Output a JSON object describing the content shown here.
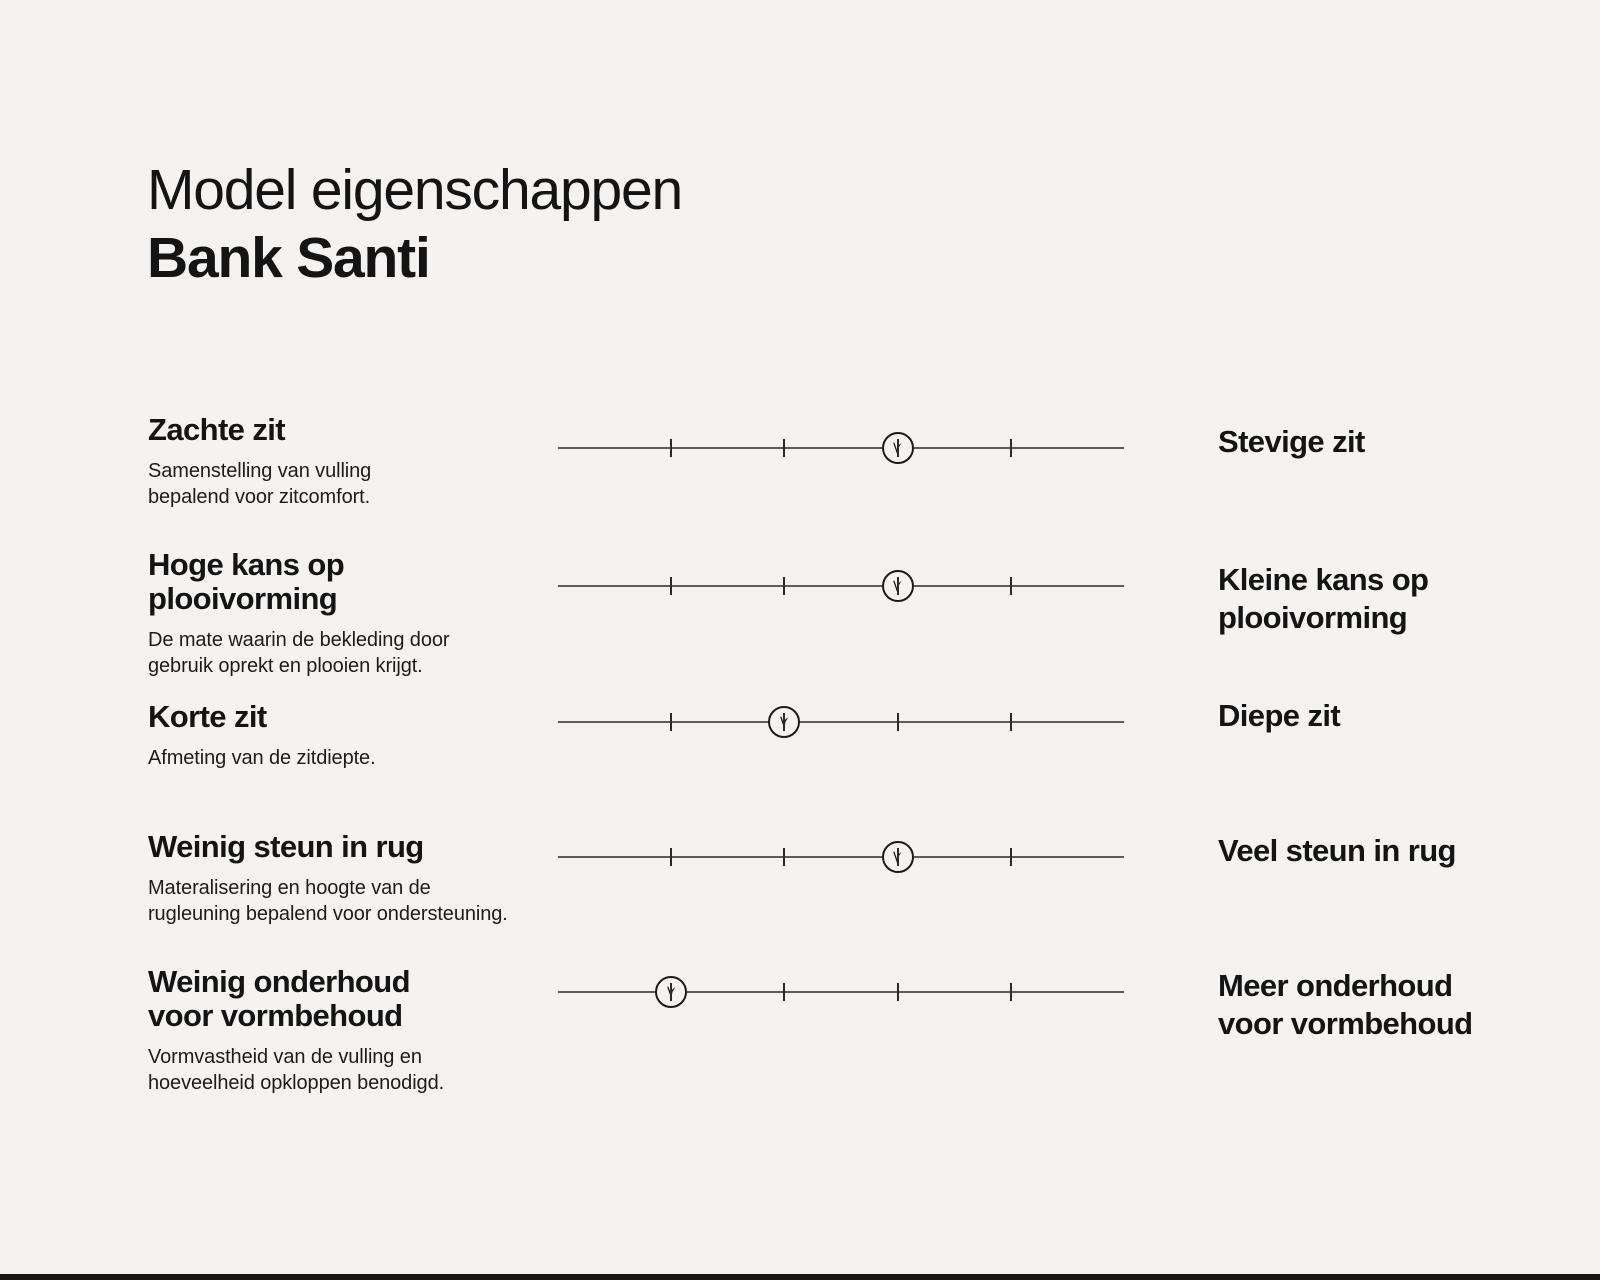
{
  "header": {
    "title_line1": "Model eigenschappen",
    "title_line2": "Bank Santi"
  },
  "theme": {
    "background": "#f4f3f1",
    "ink": "#141414",
    "track_line_color": "#5c5c5c",
    "tick_color": "#2a2a2a",
    "bottom_bar_color": "#161616"
  },
  "slider": {
    "tick_positions_percent": [
      20,
      40,
      60,
      80
    ],
    "marker_icon": "brand-arrow-icon"
  },
  "properties": [
    {
      "left_label": "Zachte zit",
      "description": "Samenstelling van vulling\nbepalend voor zitcomfort.",
      "right_label": "Stevige zit",
      "value_percent": 60
    },
    {
      "left_label": "Hoge kans op\nplooivorming",
      "description": "De mate waarin de bekleding door\ngebruik oprekt en plooien krijgt.",
      "right_label": "Kleine kans op\nplooivorming",
      "value_percent": 60
    },
    {
      "left_label": "Korte zit",
      "description": "Afmeting van de zitdiepte.",
      "right_label": "Diepe zit",
      "value_percent": 40
    },
    {
      "left_label": "Weinig steun in rug",
      "description": "Materalisering en hoogte van de\nrugleuning bepalend voor ondersteuning.",
      "right_label": "Veel steun in rug",
      "value_percent": 60
    },
    {
      "left_label": "Weinig onderhoud\nvoor vormbehoud",
      "description": "Vormvastheid van de vulling en\nhoeveelheid opkloppen benodigd.",
      "right_label": "Meer onderhoud\nvoor vormbehoud",
      "value_percent": 20
    }
  ]
}
